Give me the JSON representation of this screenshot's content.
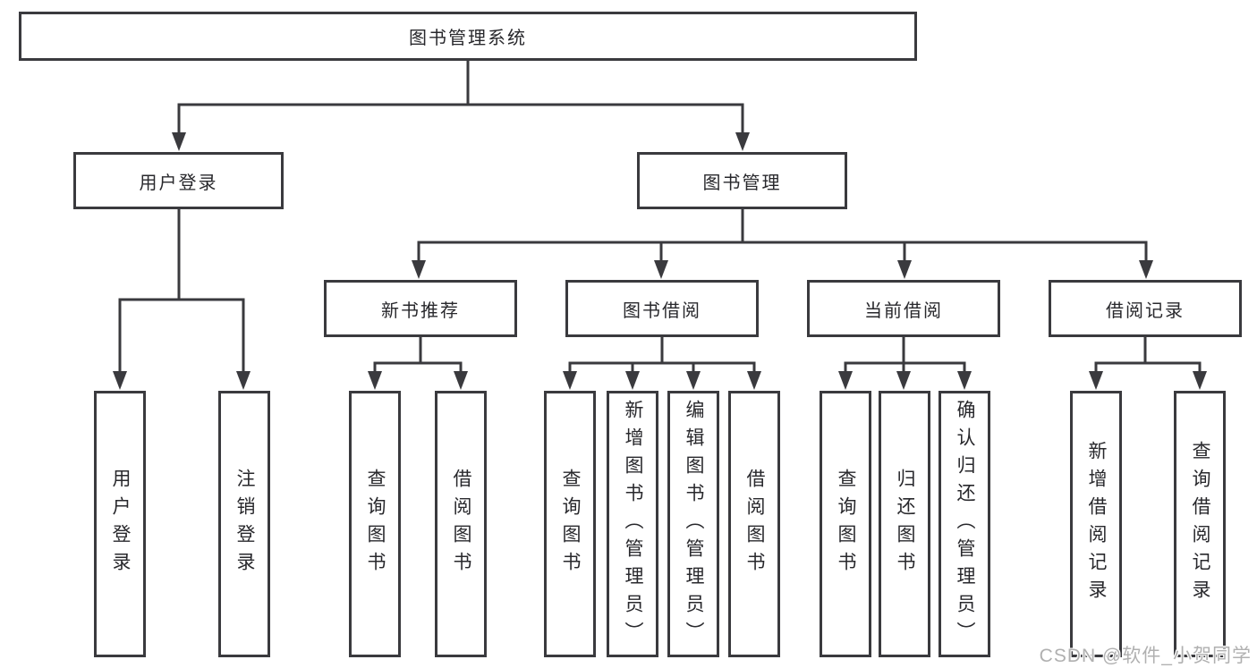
{
  "diagram": {
    "tree": {
      "label": "图书管理系统",
      "children": [
        {
          "label": "用户登录",
          "children": [
            {
              "label": "用户登录"
            },
            {
              "label": "注销登录"
            }
          ]
        },
        {
          "label": "图书管理",
          "children": [
            {
              "label": "新书推荐",
              "children": [
                {
                  "label": "查询图书"
                },
                {
                  "label": "借阅图书"
                }
              ]
            },
            {
              "label": "图书借阅",
              "children": [
                {
                  "label": "查询图书"
                },
                {
                  "label": "新增图书（管理员）"
                },
                {
                  "label": "编辑图书（管理员）"
                },
                {
                  "label": "借阅图书"
                }
              ]
            },
            {
              "label": "当前借阅",
              "children": [
                {
                  "label": "查询图书"
                },
                {
                  "label": "归还图书"
                },
                {
                  "label": "确认归还（管理员）"
                }
              ]
            },
            {
              "label": "借阅记录",
              "children": [
                {
                  "label": "新增借阅记录"
                },
                {
                  "label": "查询借阅记录"
                }
              ]
            }
          ]
        }
      ]
    }
  },
  "watermark": {
    "text": "CSDN @软件_小贺同学"
  },
  "colors": {
    "line": "#3a3a3e",
    "text": "#28282c",
    "background": "#ffffff",
    "watermark": "#b0b0b0"
  }
}
